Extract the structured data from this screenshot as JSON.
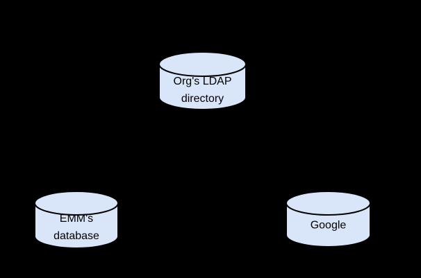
{
  "canvas": {
    "background": "#000000"
  },
  "diagram": {
    "type": "database-sync-diagram",
    "nodes": [
      {
        "id": "org-ldap-directory",
        "shape": "cylinder",
        "lines": [
          "Org's LDAP",
          "directory"
        ],
        "fill": "#d9e5f8",
        "stroke": "#000000",
        "text_color": "#000000"
      },
      {
        "id": "emm-database",
        "shape": "cylinder",
        "lines": [
          "EMM's",
          "database"
        ],
        "fill": "#d9e5f8",
        "stroke": "#000000",
        "text_color": "#000000"
      },
      {
        "id": "google",
        "shape": "cylinder",
        "lines": [
          "Google"
        ],
        "fill": "#d9e5f8",
        "stroke": "#000000",
        "text_color": "#000000"
      }
    ]
  }
}
